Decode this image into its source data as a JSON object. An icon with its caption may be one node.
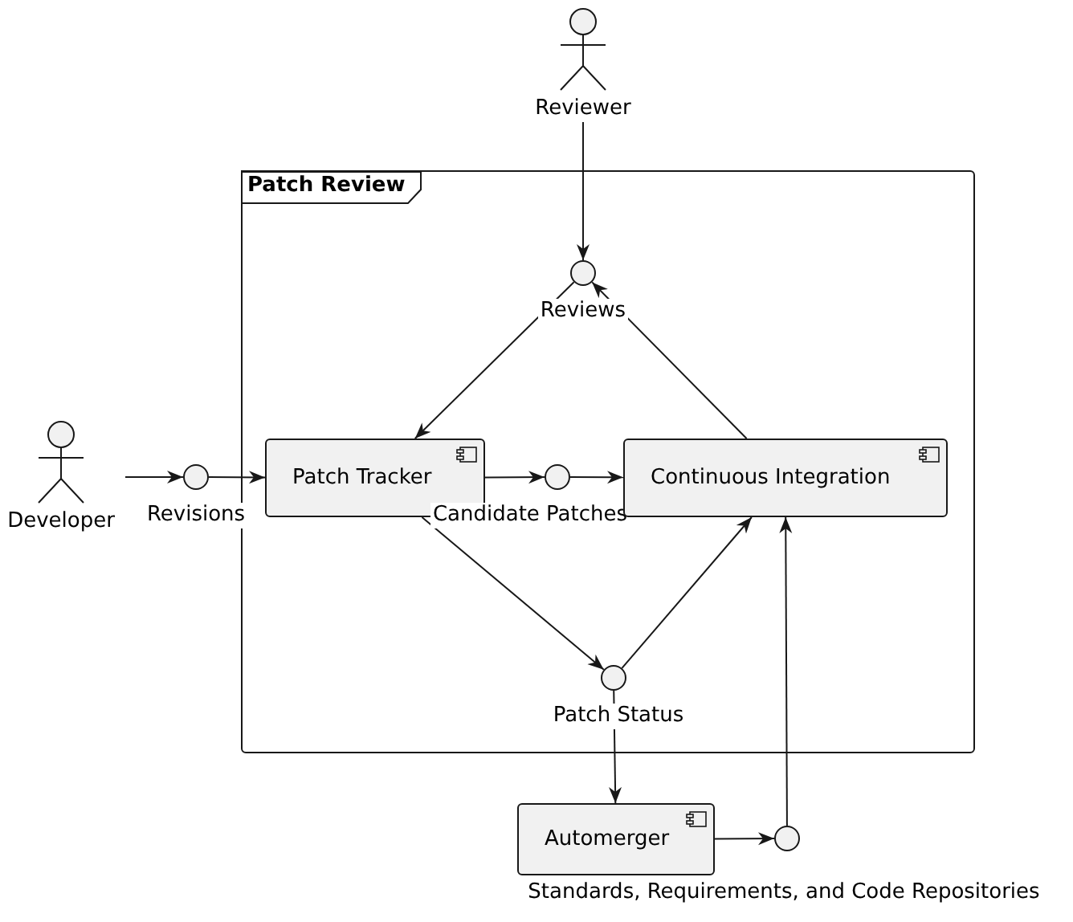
{
  "diagram": {
    "nodes": [
      {
        "text": [
          "Patch Review"
        ]
      },
      {
        "text": [
          "Reviewer"
        ]
      },
      {
        "text": [
          "Developer"
        ]
      },
      {
        "text": [
          "Reviews"
        ],
        "in": 0
      },
      {
        "text": [
          "Revisions"
        ]
      },
      {
        "text": [
          "Patch Tracker"
        ],
        "in": 0
      },
      {
        "text": [
          "Candidate Patches"
        ],
        "in": 0
      },
      {
        "text": [
          "Continuous Integration"
        ],
        "in": 0
      },
      {
        "text": [
          "Patch Status"
        ],
        "in": 0
      },
      {
        "text": [
          "Automerger"
        ]
      },
      {
        "text": [
          "Standards, Requirements, and Code Repositories"
        ]
      }
    ],
    "edges": [
      {
        "from": 1,
        "to": 3,
        "arrow": "to"
      },
      {
        "from": 3,
        "to": 5,
        "arrow": "to"
      },
      {
        "from": 7,
        "to": 3,
        "arrow": "to"
      },
      {
        "from": 2,
        "to": 4,
        "arrow": "to"
      },
      {
        "from": 4,
        "to": 5,
        "arrow": "to"
      },
      {
        "from": 5,
        "to": 6,
        "arrow": "to"
      },
      {
        "from": 6,
        "to": 7,
        "arrow": "to"
      },
      {
        "from": 5,
        "to": 8,
        "arrow": "to"
      },
      {
        "from": 8,
        "to": 7,
        "arrow": "to"
      },
      {
        "from": 8,
        "to": 9,
        "arrow": "to"
      },
      {
        "from": 9,
        "to": 10,
        "arrow": "to"
      },
      {
        "from": 10,
        "to": 7,
        "arrow": "to"
      }
    ]
  }
}
